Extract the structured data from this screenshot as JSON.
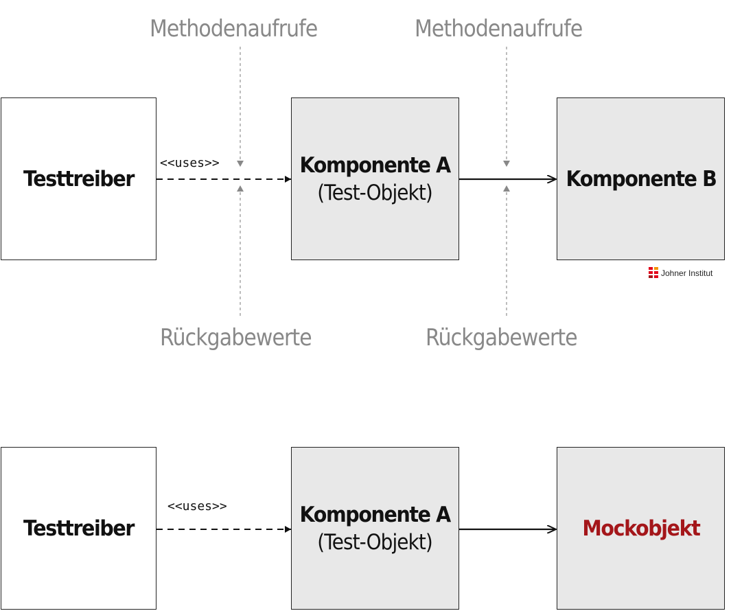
{
  "top_diagram": {
    "driver_label": "Testtreiber",
    "component_a_title": "Komponente A",
    "component_a_sub": "(Test-Objekt)",
    "component_b_title": "Komponente B",
    "uses_label": "<<uses>>",
    "calls_left": "Methodenaufrufe",
    "calls_right": "Methodenaufrufe",
    "returns_left": "Rückgabewerte",
    "returns_right": "Rückgabewerte"
  },
  "bottom_diagram": {
    "driver_label": "Testtreiber",
    "component_a_title": "Komponente A",
    "component_a_sub": "(Test-Objekt)",
    "mock_label": "Mockobjekt",
    "uses_label": "<<uses>>"
  },
  "logo": {
    "text": "Johner Institut",
    "colors": [
      "#e2001a",
      "#f39200",
      "#a4161a"
    ]
  },
  "colors": {
    "box_border": "#222222",
    "grey_box": "#e8e8e8",
    "label_grey": "#888888",
    "mock_red": "#a4161a"
  }
}
